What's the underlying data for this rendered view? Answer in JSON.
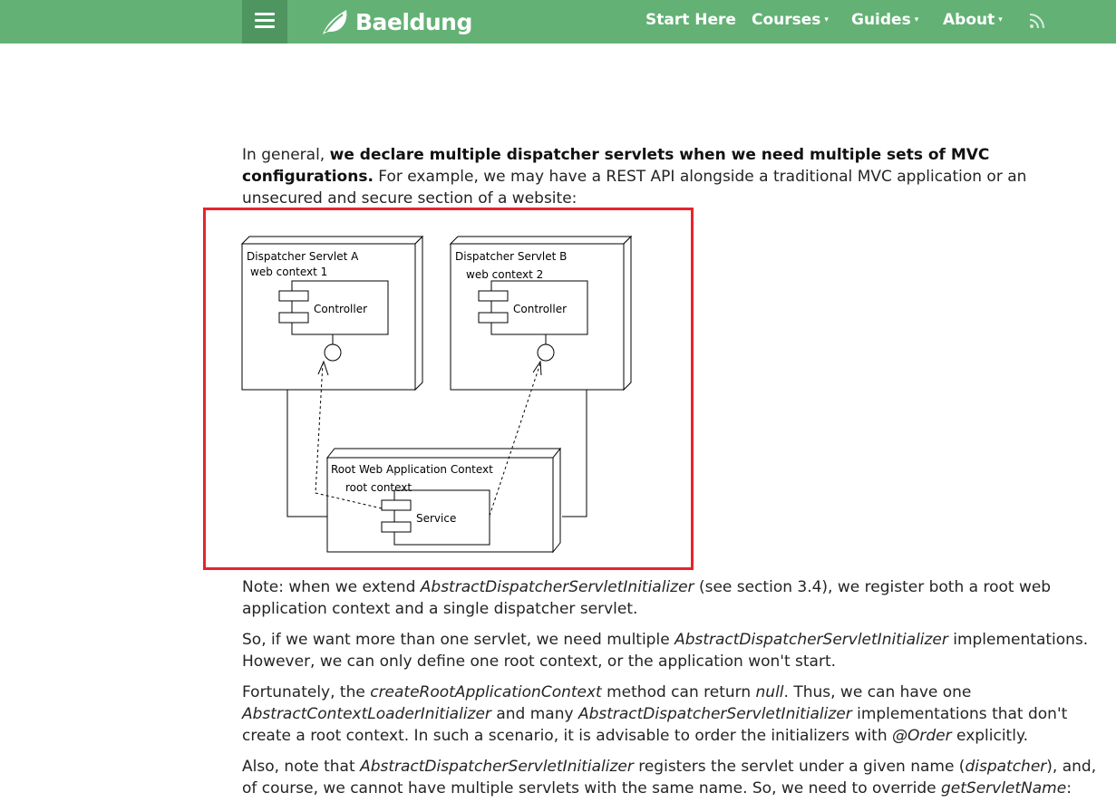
{
  "navbar": {
    "menu_icon": "hamburger-icon",
    "logo_icon": "leaf-icon",
    "logo_text": "Baeldung",
    "items": [
      {
        "label": "Start Here",
        "has_caret": false
      },
      {
        "label": "Courses",
        "has_caret": true
      },
      {
        "label": "Guides",
        "has_caret": true
      },
      {
        "label": "About",
        "has_caret": true
      }
    ],
    "caret": "▾",
    "rss_icon": "rss-icon",
    "colors": {
      "bar": "#63b175",
      "menu": "#4f9560"
    }
  },
  "article": {
    "p1": {
      "a": "In general, ",
      "b": "we declare multiple dispatcher servlets when we need multiple sets of MVC configurations.",
      "c": " For example, we may have a REST API alongside a traditional MVC application or an unsecured and secure section of a website:"
    },
    "p2": {
      "a": "Note: when we extend ",
      "b": "AbstractDispatcherServletInitializer",
      "c": " (see section 3.4), we register both a root web application context and a single dispatcher servlet."
    },
    "p3": {
      "a": "So, if we want more than one servlet, we need multiple ",
      "b": "AbstractDispatcherServletInitializer",
      "c": " implementations. However, we can only define one root context, or the application won't start."
    },
    "p4": {
      "a": "Fortunately, the ",
      "b": "createRootApplicationContext",
      "c": " method can return ",
      "d": "null",
      "e": ". Thus, we can have one ",
      "f": "AbstractContextLoaderInitializer",
      "g": " and many ",
      "h": "AbstractDispatcherServletInitializer",
      "i": " implementations that don't create a root context. In such a scenario, it is advisable to order the initializers with ",
      "j": "@Order",
      "k": " explicitly."
    },
    "p5": {
      "a": "Also, note that ",
      "b": "AbstractDispatcherServletInitializer",
      "c": " registers the servlet under a given name (",
      "d": "dispatcher",
      "e": "), and, of course, we cannot have multiple servlets with the same name. So, we need to override ",
      "f": "getServletName",
      "g": ":"
    }
  },
  "diagram": {
    "highlight_color": "#e8232b",
    "servlet_a": {
      "title": "Dispatcher Servlet A",
      "context": "web context 1",
      "component": "Controller"
    },
    "servlet_b": {
      "title": "Dispatcher Servlet B",
      "context": "web context 2",
      "component": "Controller"
    },
    "root": {
      "title": "Root Web Application Context",
      "context": "root context",
      "component": "Service"
    }
  }
}
